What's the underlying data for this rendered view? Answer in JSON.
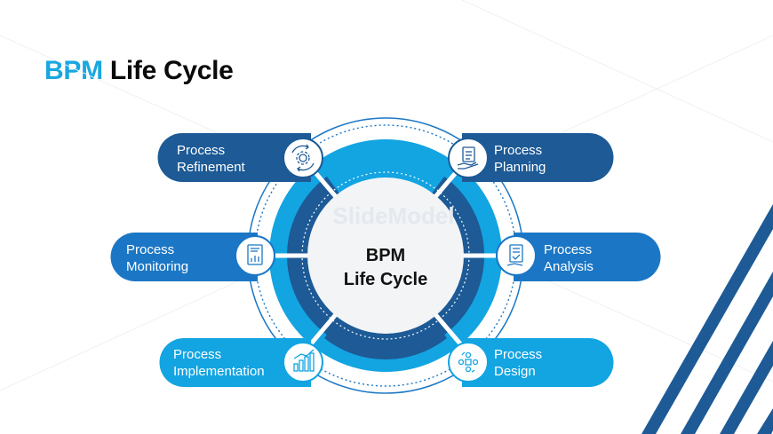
{
  "slide": {
    "title_accent": "BPM",
    "title_rest": "Life Cycle",
    "watermark": "SlideModel",
    "center": {
      "line1": "BPM",
      "line2": "Life Cycle"
    },
    "stages": [
      {
        "line1": "Process",
        "line2": "Refinement",
        "icon": "gear-cycle-icon"
      },
      {
        "line1": "Process",
        "line2": "Planning",
        "icon": "clipboard-hand-icon"
      },
      {
        "line1": "Process",
        "line2": "Monitoring",
        "icon": "report-chart-icon"
      },
      {
        "line1": "Process",
        "line2": "Analysis",
        "icon": "document-check-icon"
      },
      {
        "line1": "Process",
        "line2": "Implementation",
        "icon": "growth-chart-icon"
      },
      {
        "line1": "Process",
        "line2": "Design",
        "icon": "team-network-icon"
      }
    ]
  },
  "colors": {
    "accent_light": "#19a7e0",
    "dark_blue": "#1d5a96",
    "medium_blue": "#1b77c5",
    "light_blue": "#13a4e2",
    "title_dark": "#0a0a0a"
  }
}
